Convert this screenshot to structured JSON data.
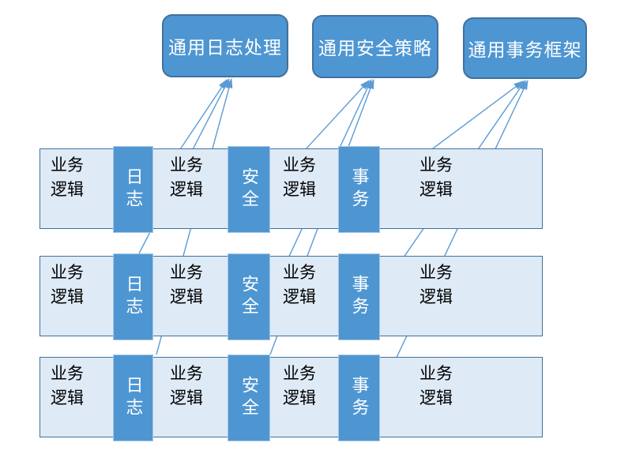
{
  "diagram": {
    "title_boxes": [
      {
        "id": "common-log",
        "label": "通用日志处理"
      },
      {
        "id": "common-security",
        "label": "通用安全策略"
      },
      {
        "id": "common-transaction",
        "label": "通用事务框架"
      }
    ],
    "rows": [
      {
        "business_labels": [
          "业务逻辑",
          "业务逻辑",
          "业务逻辑",
          "业务逻辑"
        ],
        "aspects": [
          {
            "id": "log",
            "label": "日志"
          },
          {
            "id": "security",
            "label": "安全"
          },
          {
            "id": "transaction",
            "label": "事务"
          }
        ]
      },
      {
        "business_labels": [
          "业务逻辑",
          "业务逻辑",
          "业务逻辑",
          "业务逻辑"
        ],
        "aspects": [
          {
            "id": "log",
            "label": "日志"
          },
          {
            "id": "security",
            "label": "安全"
          },
          {
            "id": "transaction",
            "label": "事务"
          }
        ]
      },
      {
        "business_labels": [
          "业务逻辑",
          "业务逻辑",
          "业务逻辑",
          "业务逻辑"
        ],
        "aspects": [
          {
            "id": "log",
            "label": "日志"
          },
          {
            "id": "security",
            "label": "安全"
          },
          {
            "id": "transaction",
            "label": "事务"
          }
        ]
      }
    ],
    "connections": [
      {
        "from": "row-1 日志",
        "to": "通用日志处理"
      },
      {
        "from": "row-2 日志",
        "to": "通用日志处理"
      },
      {
        "from": "row-3 日志",
        "to": "通用日志处理"
      },
      {
        "from": "row-1 安全",
        "to": "通用安全策略"
      },
      {
        "from": "row-2 安全",
        "to": "通用安全策略"
      },
      {
        "from": "row-3 安全",
        "to": "通用安全策略"
      },
      {
        "from": "row-1 事务",
        "to": "通用事务框架"
      },
      {
        "from": "row-2 事务",
        "to": "通用事务框架"
      },
      {
        "from": "row-3 事务",
        "to": "通用事务框架"
      }
    ],
    "colors": {
      "box_fill": "#4e96d2",
      "box_border": "#41719c",
      "band_fill": "#deeaf6",
      "band_border": "#41719c",
      "aspect_cell_fill": "#4e96d2",
      "aspect_cell_border": "#a8c6e5",
      "connector": "#5b9bd5",
      "band_text": "#000000",
      "box_text": "#ffffff"
    }
  }
}
